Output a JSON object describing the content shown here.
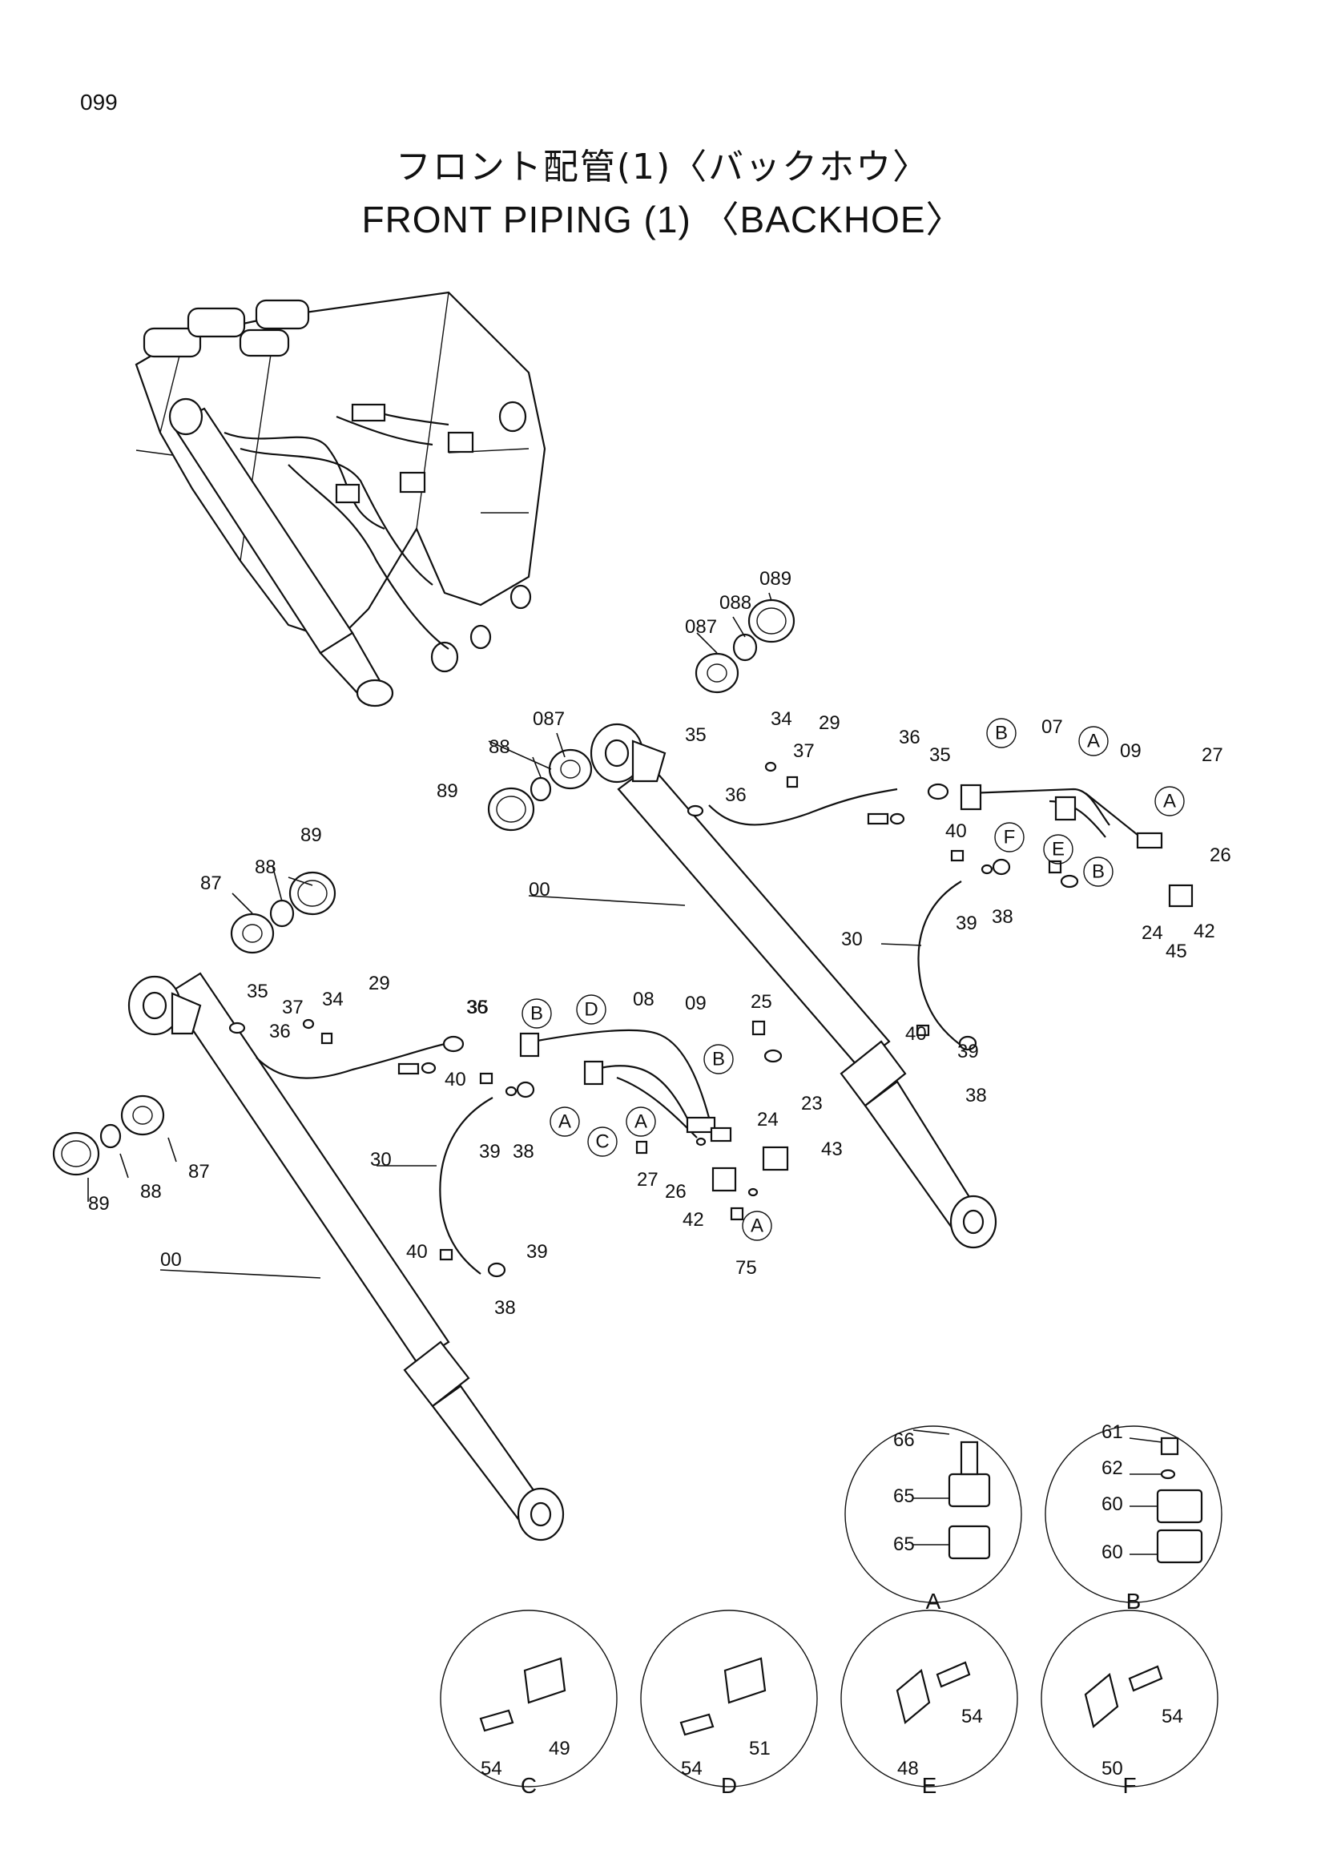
{
  "page_number": "099",
  "title_jp": "フロント配管(1)〈バックホウ〉",
  "title_en": "FRONT PIPING (1) 〈BACKHOE〉",
  "top_assembly_labels": [
    "087",
    "088",
    "089",
    "087",
    "88",
    "89",
    "35",
    "34",
    "29",
    "37",
    "36",
    "36",
    "35",
    "B",
    "07",
    "A",
    "09",
    "27",
    "A",
    "26",
    "B",
    "E",
    "F",
    "40",
    "39",
    "38",
    "30",
    "40",
    "39",
    "38",
    "24",
    "42",
    "45",
    "00"
  ],
  "bottom_assembly_labels": [
    "87",
    "88",
    "89",
    "35",
    "34",
    "29",
    "37",
    "36",
    "36",
    "35",
    "B",
    "D",
    "08",
    "09",
    "25",
    "B",
    "23",
    "40",
    "39",
    "38",
    "A",
    "A",
    "C",
    "24",
    "43",
    "27",
    "26",
    "42",
    "A",
    "75",
    "30",
    "40",
    "39",
    "38",
    "00",
    "87",
    "88",
    "89"
  ],
  "detail_views": [
    {
      "id": "A",
      "labels": [
        "66",
        "65",
        "65"
      ]
    },
    {
      "id": "B",
      "labels": [
        "61",
        "62",
        "60",
        "60"
      ]
    },
    {
      "id": "C",
      "labels": [
        "54",
        "49"
      ]
    },
    {
      "id": "D",
      "labels": [
        "54",
        "51"
      ]
    },
    {
      "id": "E",
      "labels": [
        "48",
        "54"
      ]
    },
    {
      "id": "F",
      "labels": [
        "50",
        "54"
      ]
    }
  ]
}
